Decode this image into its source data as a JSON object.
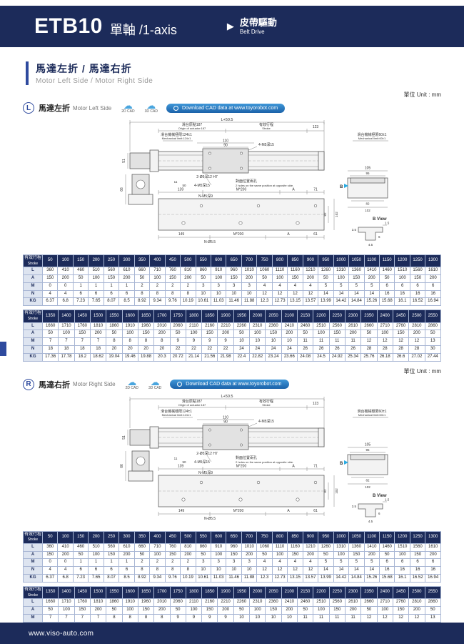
{
  "header": {
    "model": "ETB10",
    "subtitle": "單軸 /1-axis",
    "badge_cjk": "皮帶驅動",
    "badge_en": "Belt Drive"
  },
  "section": {
    "title": "馬達左折 / 馬達右折",
    "subtitle": "Motor Left Side / Motor Right Side"
  },
  "unit_note": "單位 Unit : mm",
  "panel_left": {
    "badge": "L",
    "title": "馬達左折",
    "subtitle": "Motor Left Side",
    "cad_2d": "2D CAD",
    "cad_3d": "3D CAD",
    "download_label": "Download CAD data at www.toyorobot.com"
  },
  "panel_right": {
    "badge": "R",
    "title": "馬達右折",
    "subtitle": "Motor Right Side",
    "cad_2d": "2D CAD",
    "cad_3d": "3D CAD",
    "download_label": "Download CAD data at www.toyorobot.com"
  },
  "drawing": {
    "dim_total": "L+50.5",
    "origin_cjk": "滑台原點187",
    "origin_en": "Origin of actuator:187",
    "stroke_cjk": "有效行程",
    "stroke_en": "Stroke",
    "dim_123": "123",
    "limit_left_cjk": "滑台機械極限124±1",
    "limit_left_en": "Mechanical limit:124±1",
    "limit_right_cjk": "滑台機械極限60±1",
    "limit_right_en": "Mechanical limit:60±1",
    "dim_110": "110",
    "dim_90": "90",
    "tap_top": "4-M5深15",
    "dim_51": "51",
    "dowel": "2-Ø5深12 H7",
    "dim_11": "11",
    "dim_50": "50",
    "tap_side": "4-M5深15",
    "opp_cjk": "對面位置兩孔",
    "opp_en": "2 holes on the same position at opposite side.",
    "dim_66": "66",
    "dim_139": "139",
    "pitch_top": "M*200",
    "dim_a1": "A",
    "dim_71": "71",
    "tap_n": "N-M5深9",
    "dim_82": "82",
    "dim_102": "102",
    "dim_149": "149",
    "hole_n": "N-Ø5.5",
    "pitch_bottom": "M*200",
    "dim_a2": "A",
    "dim_61": "61",
    "cs_105": "105",
    "cs_95": "95",
    "cs_82": "82",
    "cs_102": "102",
    "b_mark": "B",
    "b_view": "B View",
    "bv_15": "1.5",
    "bv_35": "3.5",
    "bv_6": "6",
    "bv_45": "4.5"
  },
  "tables": [
    {
      "header_cjk": "有效行程",
      "header_en": "Stroke",
      "strokes": [
        "50",
        "100",
        "150",
        "200",
        "250",
        "300",
        "350",
        "400",
        "450",
        "500",
        "550",
        "600",
        "650",
        "700",
        "750",
        "800",
        "850",
        "900",
        "950",
        "1000",
        "1050",
        "1100",
        "1150",
        "1200",
        "1250",
        "1300"
      ],
      "rows": [
        {
          "label": "L",
          "values": [
            "360",
            "410",
            "460",
            "510",
            "560",
            "610",
            "660",
            "710",
            "760",
            "810",
            "860",
            "910",
            "960",
            "1010",
            "1060",
            "1110",
            "1160",
            "1210",
            "1260",
            "1310",
            "1360",
            "1410",
            "1460",
            "1510",
            "1560",
            "1610"
          ]
        },
        {
          "label": "A",
          "values": [
            "150",
            "200",
            "50",
            "100",
            "150",
            "200",
            "50",
            "100",
            "150",
            "200",
            "50",
            "100",
            "150",
            "200",
            "50",
            "100",
            "150",
            "200",
            "50",
            "100",
            "150",
            "200",
            "50",
            "100",
            "150",
            "200"
          ]
        },
        {
          "label": "M",
          "values": [
            "0",
            "0",
            "1",
            "1",
            "1",
            "1",
            "2",
            "2",
            "2",
            "2",
            "3",
            "3",
            "3",
            "3",
            "4",
            "4",
            "4",
            "4",
            "5",
            "5",
            "5",
            "5",
            "6",
            "6",
            "6",
            "6"
          ]
        },
        {
          "label": "N",
          "values": [
            "4",
            "4",
            "6",
            "6",
            "6",
            "6",
            "8",
            "8",
            "8",
            "8",
            "10",
            "10",
            "10",
            "10",
            "12",
            "12",
            "12",
            "12",
            "14",
            "14",
            "14",
            "14",
            "16",
            "16",
            "16",
            "16"
          ]
        },
        {
          "label": "KG",
          "values": [
            "6.37",
            "6.8",
            "7.23",
            "7.65",
            "8.07",
            "8.5",
            "8.92",
            "9.34",
            "9.76",
            "10.19",
            "10.61",
            "11.03",
            "11.46",
            "11.88",
            "12.3",
            "12.73",
            "13.15",
            "13.57",
            "13.99",
            "14.42",
            "14.84",
            "15.26",
            "15.68",
            "16.1",
            "16.52",
            "16.94"
          ]
        }
      ]
    },
    {
      "header_cjk": "有效行程",
      "header_en": "Stroke",
      "strokes": [
        "1350",
        "1400",
        "1450",
        "1500",
        "1550",
        "1600",
        "1650",
        "1700",
        "1750",
        "1800",
        "1850",
        "1900",
        "1950",
        "2000",
        "2050",
        "2100",
        "2150",
        "2200",
        "2250",
        "2300",
        "2350",
        "2400",
        "2450",
        "2500",
        "2550"
      ],
      "rows": [
        {
          "label": "L",
          "values": [
            "1660",
            "1710",
            "1760",
            "1810",
            "1860",
            "1910",
            "1960",
            "2010",
            "2060",
            "2110",
            "2160",
            "2210",
            "2260",
            "2310",
            "2360",
            "2410",
            "2460",
            "2510",
            "2560",
            "2610",
            "2660",
            "2710",
            "2760",
            "2810",
            "2860"
          ]
        },
        {
          "label": "A",
          "values": [
            "50",
            "100",
            "150",
            "200",
            "50",
            "100",
            "150",
            "200",
            "50",
            "100",
            "150",
            "200",
            "50",
            "100",
            "150",
            "200",
            "50",
            "100",
            "150",
            "200",
            "50",
            "100",
            "150",
            "200",
            "50"
          ]
        },
        {
          "label": "M",
          "values": [
            "7",
            "7",
            "7",
            "7",
            "8",
            "8",
            "8",
            "8",
            "9",
            "9",
            "9",
            "9",
            "10",
            "10",
            "10",
            "10",
            "11",
            "11",
            "11",
            "11",
            "12",
            "12",
            "12",
            "12",
            "13"
          ]
        },
        {
          "label": "N",
          "values": [
            "18",
            "18",
            "18",
            "18",
            "20",
            "20",
            "20",
            "20",
            "22",
            "22",
            "22",
            "22",
            "24",
            "24",
            "24",
            "24",
            "26",
            "26",
            "26",
            "26",
            "28",
            "28",
            "28",
            "28",
            "30"
          ]
        },
        {
          "label": "KG",
          "values": [
            "17.36",
            "17.78",
            "18.2",
            "18.62",
            "19.04",
            "19.46",
            "19.88",
            "20.3",
            "20.72",
            "21.14",
            "21.56",
            "21.98",
            "22.4",
            "22.82",
            "23.24",
            "23.66",
            "24.08",
            "24.5",
            "24.92",
            "25.34",
            "25.76",
            "26.18",
            "26.6",
            "27.02",
            "27.44"
          ]
        }
      ]
    }
  ],
  "footer": {
    "url": "www.viso-auto.com"
  }
}
